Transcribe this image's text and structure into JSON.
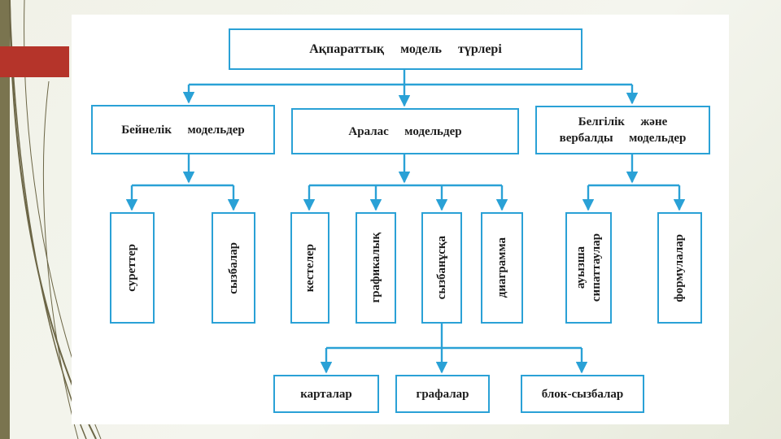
{
  "diagram": {
    "root": "Ақпараттық  модель  түрлері",
    "categories": {
      "visual": "Бейнелік  модельдер",
      "mixed": "Аралас  модельдер",
      "symbolic": "Белгілік  және\nвербалды  модельдер"
    },
    "visual_items": [
      "суреттер",
      "сызбалар"
    ],
    "mixed_items": [
      "кестелер",
      "графикалық",
      "сызбанұсқа",
      "диаграмма"
    ],
    "symbolic_items": [
      "ауызша\nсипаттаулар",
      "формулалар"
    ],
    "scheme_items": [
      "карталар",
      "графалар",
      "блок-сызбалар"
    ]
  },
  "colors": {
    "connector": "#2aa1d6",
    "accent_bar": "#b5342a",
    "decor_lines": "#6b6545"
  }
}
